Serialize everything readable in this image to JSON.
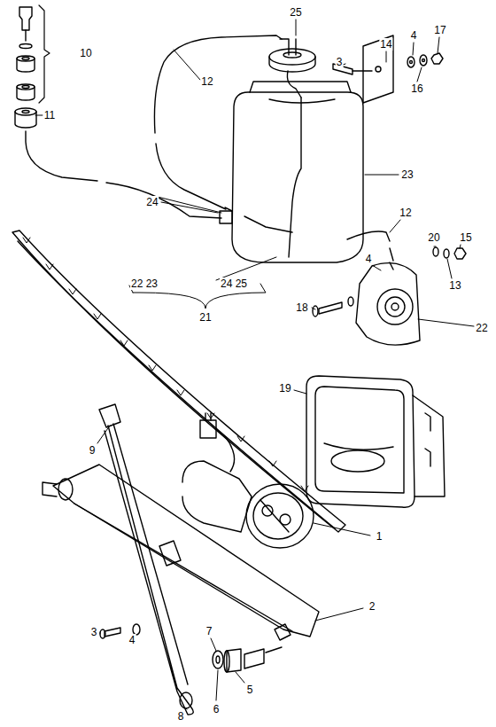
{
  "diagram": {
    "labels": [
      "25",
      "10",
      "14",
      "4",
      "17",
      "3",
      "16",
      "12",
      "11",
      "23",
      "24",
      "12",
      "4",
      "20",
      "15",
      "13",
      "22 23",
      "24 25",
      "21",
      "18",
      "22",
      "19",
      "9",
      "1",
      "3",
      "4",
      "2",
      "7",
      "5",
      "6",
      "8"
    ]
  }
}
